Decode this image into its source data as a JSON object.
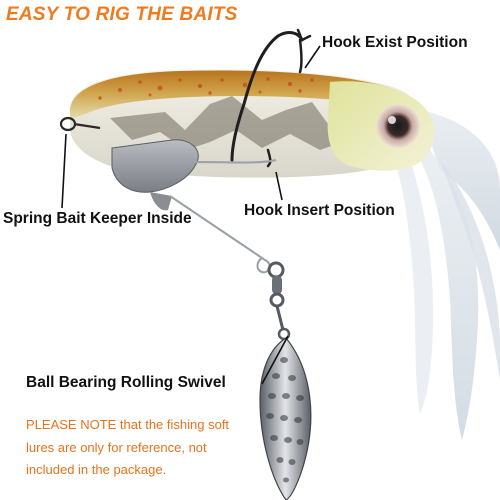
{
  "headline": "EASY TO RIG THE BAITS",
  "labels": {
    "hook_exist": "Hook Exist Position",
    "hook_insert": "Hook Insert Position",
    "spring_keeper": "Spring Bait Keeper Inside",
    "swivel": "Ball Bearing Rolling Swivel"
  },
  "note": {
    "line1": "PLEASE NOTE that the fishing soft",
    "line2": "lures are only for reference, not",
    "line3": "included in the package."
  },
  "colors": {
    "headline": "#f07b1e",
    "note": "#e8731c",
    "label": "#111111"
  }
}
